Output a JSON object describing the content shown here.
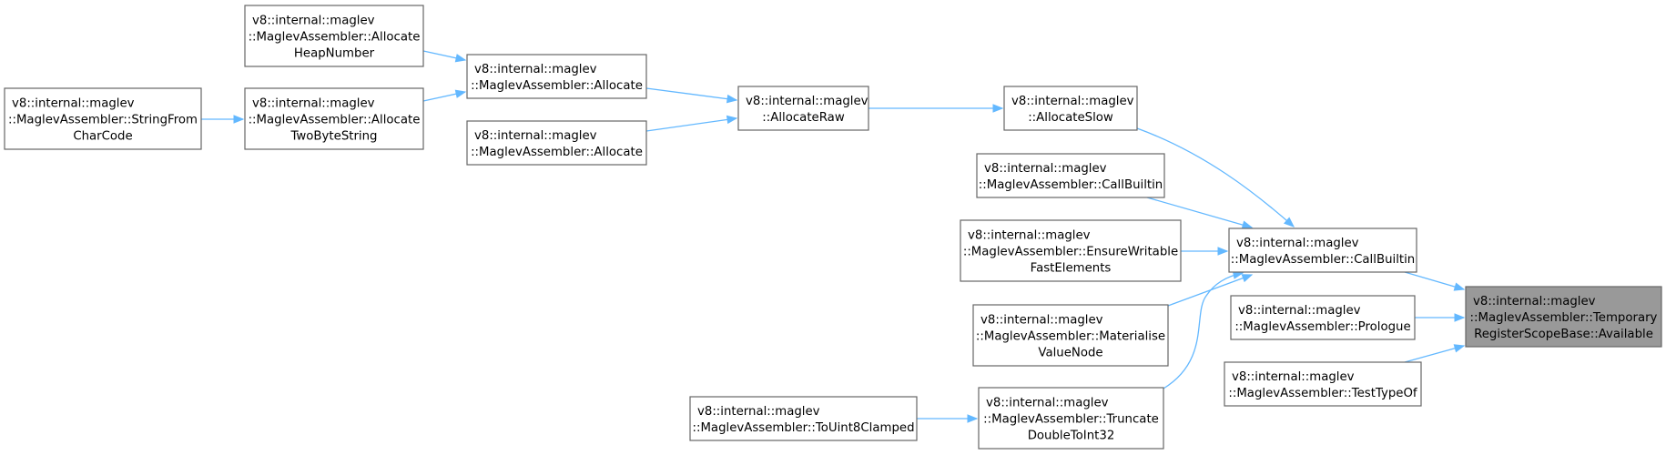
{
  "graph": {
    "nodes": [
      {
        "id": "n0",
        "name": "node-temporary-register-scope-base-available",
        "lines": [
          "v8::internal::maglev",
          "::MaglevAssembler::Temporary",
          "RegisterScopeBase::Available"
        ],
        "highlighted": true
      },
      {
        "id": "n1",
        "name": "node-maglev-assembler-call-builtin",
        "lines": [
          "v8::internal::maglev",
          "::MaglevAssembler::CallBuiltin"
        ]
      },
      {
        "id": "n2",
        "name": "node-maglev-assembler-prologue",
        "lines": [
          "v8::internal::maglev",
          "::MaglevAssembler::Prologue"
        ]
      },
      {
        "id": "n3",
        "name": "node-maglev-assembler-test-type-of",
        "lines": [
          "v8::internal::maglev",
          "::MaglevAssembler::TestTypeOf"
        ]
      },
      {
        "id": "n4",
        "name": "node-allocate-slow",
        "lines": [
          "v8::internal::maglev",
          "::AllocateSlow"
        ]
      },
      {
        "id": "n5",
        "name": "node-maglev-assembler-call-builtin-2",
        "lines": [
          "v8::internal::maglev",
          "::MaglevAssembler::CallBuiltin"
        ]
      },
      {
        "id": "n6",
        "name": "node-maglev-assembler-ensure-writable-fast-elements",
        "lines": [
          "v8::internal::maglev",
          "::MaglevAssembler::EnsureWritable",
          "FastElements"
        ]
      },
      {
        "id": "n7",
        "name": "node-maglev-assembler-materialise-value-node",
        "lines": [
          "v8::internal::maglev",
          "::MaglevAssembler::Materialise",
          "ValueNode"
        ]
      },
      {
        "id": "n8",
        "name": "node-maglev-assembler-truncate-double-to-int32",
        "lines": [
          "v8::internal::maglev",
          "::MaglevAssembler::Truncate",
          "DoubleToInt32"
        ]
      },
      {
        "id": "n9",
        "name": "node-allocate-raw",
        "lines": [
          "v8::internal::maglev",
          "::AllocateRaw"
        ]
      },
      {
        "id": "n10",
        "name": "node-maglev-assembler-to-uint8-clamped",
        "lines": [
          "v8::internal::maglev",
          "::MaglevAssembler::ToUint8Clamped"
        ]
      },
      {
        "id": "n11",
        "name": "node-maglev-assembler-allocate",
        "lines": [
          "v8::internal::maglev",
          "::MaglevAssembler::Allocate"
        ]
      },
      {
        "id": "n12",
        "name": "node-maglev-assembler-allocate-2",
        "lines": [
          "v8::internal::maglev",
          "::MaglevAssembler::Allocate"
        ]
      },
      {
        "id": "n13",
        "name": "node-maglev-assembler-allocate-heap-number",
        "lines": [
          "v8::internal::maglev",
          "::MaglevAssembler::Allocate",
          "HeapNumber"
        ]
      },
      {
        "id": "n14",
        "name": "node-maglev-assembler-allocate-two-byte-string",
        "lines": [
          "v8::internal::maglev",
          "::MaglevAssembler::Allocate",
          "TwoByteString"
        ]
      },
      {
        "id": "n15",
        "name": "node-maglev-assembler-string-from-char-code",
        "lines": [
          "v8::internal::maglev",
          "::MaglevAssembler::StringFrom",
          "CharCode"
        ]
      }
    ],
    "edges": [
      {
        "from": "n1",
        "to": "n0"
      },
      {
        "from": "n2",
        "to": "n0"
      },
      {
        "from": "n3",
        "to": "n0"
      },
      {
        "from": "n4",
        "to": "n1"
      },
      {
        "from": "n5",
        "to": "n1"
      },
      {
        "from": "n6",
        "to": "n1"
      },
      {
        "from": "n7",
        "to": "n1"
      },
      {
        "from": "n8",
        "to": "n1"
      },
      {
        "from": "n9",
        "to": "n4"
      },
      {
        "from": "n10",
        "to": "n8"
      },
      {
        "from": "n11",
        "to": "n9"
      },
      {
        "from": "n12",
        "to": "n9"
      },
      {
        "from": "n13",
        "to": "n11"
      },
      {
        "from": "n14",
        "to": "n11"
      },
      {
        "from": "n15",
        "to": "n14"
      }
    ]
  },
  "colors": {
    "edge": "#63b8ff",
    "node_border": "#666666",
    "node_fill": "#ffffff",
    "highlight_fill": "#999999"
  }
}
